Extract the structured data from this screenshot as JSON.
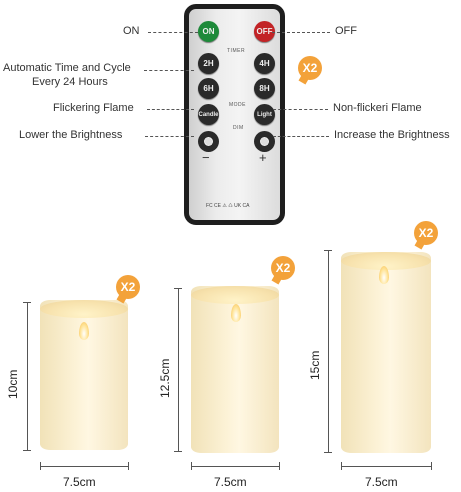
{
  "remote": {
    "on_btn": "ON",
    "off_btn": "OFF",
    "timer_label": "TIMER",
    "mode_label": "MODE",
    "dim_label": "DIM",
    "btn_2h": "2H",
    "btn_4h": "4H",
    "btn_6h": "6H",
    "btn_8h": "8H",
    "btn_candle": "Candle",
    "btn_light": "Light",
    "minus": "−",
    "plus": "+",
    "certs": "FC CE ⚠ ♺ UK CA"
  },
  "callouts": {
    "on": "ON",
    "off": "OFF",
    "auto_line1": "Automatic Time and Cycle",
    "auto_line2": "Every 24 Hours",
    "flicker": "Flickering Flame",
    "non_flicker": "Non-flickeri Flame",
    "lower": "Lower the Brightness",
    "increase": "Increase the Brightness",
    "x2_remote": "X2"
  },
  "candles": [
    {
      "height": "10cm",
      "width": "7.5cm",
      "badge": "X2"
    },
    {
      "height": "12.5cm",
      "width": "7.5cm",
      "badge": "X2"
    },
    {
      "height": "15cm",
      "width": "7.5cm",
      "badge": "X2"
    }
  ],
  "colors": {
    "badge": "#f3a23a",
    "on_button": "#1e8a3a",
    "off_button": "#c22326",
    "candle": "#fcf2d6"
  }
}
